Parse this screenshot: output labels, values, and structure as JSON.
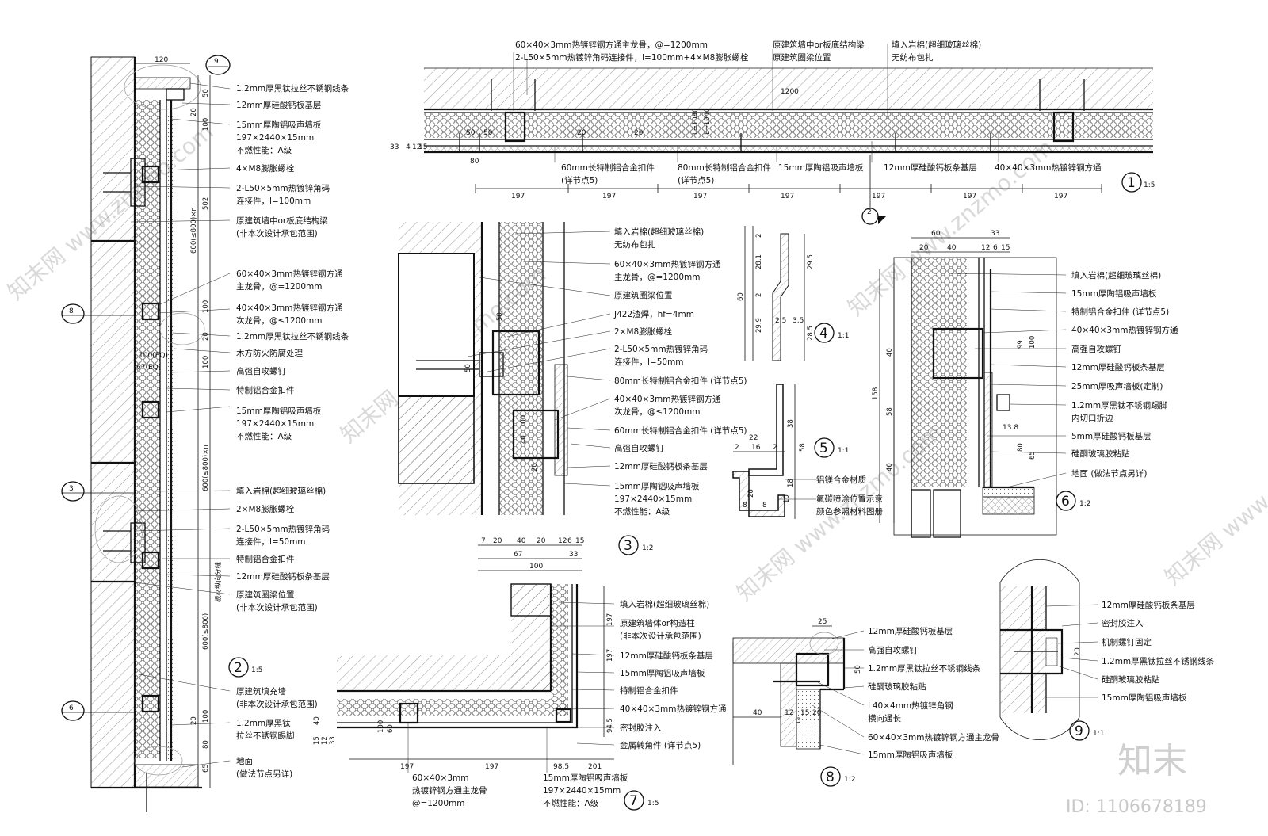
{
  "details": [
    {
      "id": "d1",
      "num": "1",
      "scale": "1:5",
      "labels_top": [
        "60×40×3mm热镀锌钢方通主龙骨，@=1200mm",
        "2-L50×5mm热镀锌角码连接件，l=100mm+4×M8膨胀螺栓",
        "原建筑墙中or板底结构梁",
        "原建筑圈梁位置",
        "填入岩棉(超细玻璃丝棉)",
        "无纺布包扎"
      ],
      "labels_bottom": [
        "60mm长特制铝合金扣件",
        "(详节点5)",
        "80mm长特制铝合金扣件",
        "(详节点5)",
        "15mm厚陶铝吸声墙板",
        "12mm厚硅酸钙板条基层",
        "40×40×3mm热镀锌钢方通"
      ],
      "dims": [
        "197",
        "197",
        "197",
        "197",
        "197",
        "197",
        "197"
      ],
      "small_dims": [
        "33",
        "4",
        "12",
        "15",
        "80",
        "50",
        "50",
        "20",
        "20",
        "1200",
        "L=1040",
        "L=1040"
      ]
    },
    {
      "id": "d2",
      "num": "2",
      "scale": "1:5",
      "labels": [
        "1.2mm厚黑钛拉丝不锈钢线条",
        "12mm厚硅酸钙板基层",
        "15mm厚陶铝吸声墙板",
        "197×2440×15mm",
        "不燃性能：A级",
        "4×M8膨胀螺栓",
        "2-L50×5mm热镀锌角码",
        "连接件，l=100mm",
        "原建筑墙中or板底结构梁",
        "(非本次设计承包范围)",
        "60×40×3mm热镀锌钢方通",
        "主龙骨，@=1200mm",
        "40×40×3mm热镀锌钢方通",
        "次龙骨，@≤1200mm",
        "1.2mm厚黑钛拉丝不锈钢线条",
        "木方防火防腐处理",
        "高强自攻螺钉",
        "特制铝合金扣件",
        "15mm厚陶铝吸声墙板",
        "197×2440×15mm",
        "不燃性能：A级",
        "填入岩棉(超细玻璃丝棉)",
        "2×M8膨胀螺栓",
        "2-L50×5mm热镀锌角码",
        "连接件，l=50mm",
        "特制铝合金扣件",
        "12mm厚硅酸钙板条基层",
        "原建筑圈梁位置",
        "(非本次设计承包范围)",
        "原建筑填充墙",
        "(非本次设计承包范围)",
        "1.2mm厚黑钛",
        "拉丝不锈钢踢脚",
        "地面",
        "(做法节点另详)"
      ],
      "dims": [
        "120",
        "50",
        "20",
        "100",
        "502",
        "600(≤800)×n",
        "100",
        "20",
        "100",
        "100(EQ)",
        "67(EQ)",
        "600(≤800)×n",
        "600(≤800)",
        "100",
        "80",
        "65",
        "20"
      ],
      "vertical_note": "板材纵向分缝"
    },
    {
      "id": "d3",
      "num": "3",
      "scale": "1:2",
      "labels": [
        "填入岩棉(超细玻璃丝棉)",
        "无纺布包扎",
        "60×40×3mm热镀锌钢方通",
        "主龙骨，@=1200mm",
        "原建筑圈梁位置",
        "J422渣焊，hf=4mm",
        "2×M8膨胀螺栓",
        "2-L50×5mm热镀锌角码",
        "连接件，l=50mm",
        "80mm长特制铝合金扣件 (详节点5)",
        "40×40×3mm热镀锌钢方通",
        "次龙骨，@≤1200mm",
        "60mm长特制铝合金扣件 (详节点5)",
        "高强自攻螺钉",
        "12mm厚硅酸钙板条基层",
        "15mm厚陶铝吸声墙板",
        "197×2440×15mm",
        "不燃性能：A级"
      ],
      "dims": [
        "7",
        "20",
        "40",
        "20",
        "12",
        "6",
        "15",
        "67",
        "33",
        "100",
        "50",
        "50",
        "100",
        "40",
        "20"
      ]
    },
    {
      "id": "d4",
      "num": "4",
      "scale": "1:1",
      "dims": [
        "60",
        "28.1",
        "29.9",
        "2",
        "2",
        "29.5",
        "28.5",
        "2.5",
        "3.5"
      ]
    },
    {
      "id": "d5",
      "num": "5",
      "scale": "1:1",
      "labels": [
        "铝镁合金材质",
        "氟碳喷涂位置示意",
        "颜色参照材料图册"
      ],
      "dims": [
        "22",
        "2",
        "16",
        "2",
        "38",
        "58",
        "18",
        "8",
        "8",
        "20",
        "10"
      ]
    },
    {
      "id": "d6",
      "num": "6",
      "scale": "1:2",
      "labels": [
        "填入岩棉(超细玻璃丝棉)",
        "15mm厚陶铝吸声墙板",
        "特制铝合金扣件 (详节点5)",
        "40×40×3mm热镀锌钢方通",
        "高强自攻螺钉",
        "12mm厚硅酸钙板条基层",
        "25mm厚吸声墙板(定制)",
        "1.2mm厚黑钛不锈钢踢脚",
        "内切口折边",
        "5mm厚硅酸钙板基层",
        "硅酮玻璃胶粘贴",
        "地面 (做法节点另详)"
      ],
      "dims": [
        "60",
        "33",
        "20",
        "40",
        "12",
        "6",
        "15",
        "158",
        "40",
        "58",
        "40",
        "99",
        "100",
        "13.8",
        "80",
        "65"
      ]
    },
    {
      "id": "d7",
      "num": "7",
      "scale": "1:5",
      "labels": [
        "填入岩棉(超细玻璃丝棉)",
        "原建筑墙体or构造柱",
        "(非本次设计承包范围)",
        "12mm厚硅酸钙板条基层",
        "15mm厚陶铝吸声墙板",
        "特制铝合金扣件",
        "40×40×3mm热镀锌钢方通",
        "密封胶注入",
        "金属转角件 (详节点5)",
        "60×40×3mm",
        "热镀锌钢方通主龙骨",
        "@=1200mm",
        "15mm厚陶铝吸声墙板",
        "197×2440×15mm",
        "不燃性能：A级"
      ],
      "dims": [
        "197",
        "197",
        "98.5",
        "201",
        "197",
        "197",
        "94.5",
        "40",
        "15",
        "12",
        "33",
        "100",
        "60"
      ]
    },
    {
      "id": "d8",
      "num": "8",
      "scale": "1:2",
      "labels": [
        "12mm厚硅酸钙板基层",
        "高强自攻螺钉",
        "1.2mm厚黑钛拉丝不锈钢线条",
        "硅酮玻璃胶粘贴",
        "L40×4mm热镀锌角钢",
        "横向通长",
        "60×40×3mm热镀锌钢方通主龙骨",
        "15mm厚陶铝吸声墙板"
      ],
      "dims": [
        "25",
        "50",
        "40",
        "12",
        "15",
        "20",
        "3"
      ]
    },
    {
      "id": "d9",
      "num": "9",
      "scale": "1:1",
      "labels": [
        "12mm厚硅酸钙板条基层",
        "密封胶注入",
        "机制螺钉固定",
        "1.2mm厚黑钛拉丝不锈钢线条",
        "硅酮玻璃胶粘贴",
        "15mm厚陶铝吸声墙板"
      ],
      "dims": [
        "20"
      ]
    }
  ],
  "section_markers": [
    {
      "n": "9",
      "sub": "—"
    },
    {
      "n": "8",
      "sub": "—"
    },
    {
      "n": "3",
      "sub": "—"
    },
    {
      "n": "6",
      "sub": "—"
    },
    {
      "n": "2",
      "sub": "—"
    }
  ],
  "watermark": {
    "brand": "知末",
    "id": "ID: 1106678189",
    "site": "知末网 www.znzmo.com"
  }
}
